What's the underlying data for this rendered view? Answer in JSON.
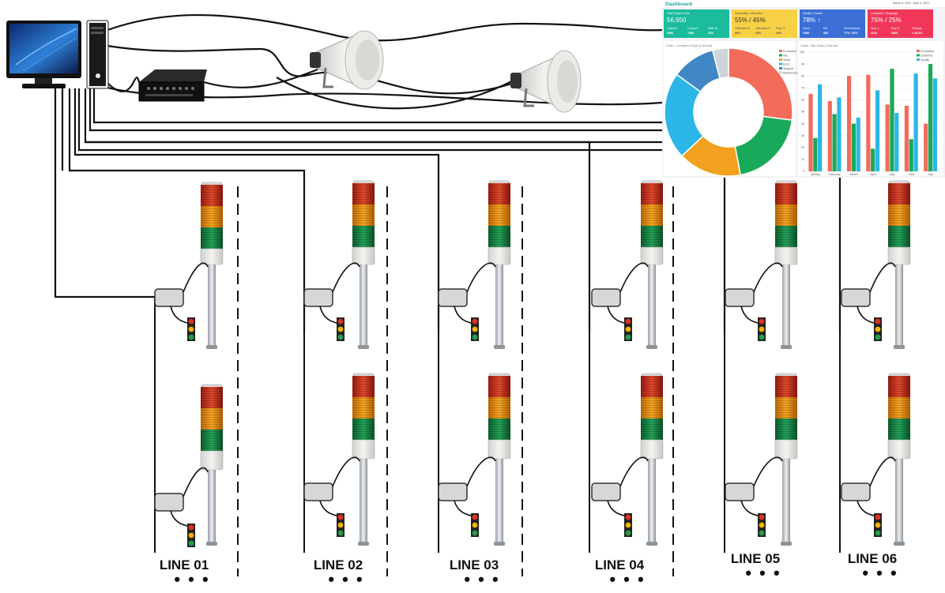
{
  "lines": [
    {
      "label": "LINE 01",
      "dots": "• • •"
    },
    {
      "label": "LINE 02",
      "dots": "• • •"
    },
    {
      "label": "LINE 03",
      "dots": "• • •"
    },
    {
      "label": "LINE 04",
      "dots": "• • •"
    },
    {
      "label": "LINE 05",
      "dots": "• • •"
    },
    {
      "label": "LINE 06",
      "dots": "• • •"
    }
  ],
  "dashboard": {
    "title": "Dashboard",
    "date_range": "March 8, 2021 - April 3, 2021",
    "cards": [
      {
        "color": "#1abc9c",
        "title": "Total Output Units",
        "value": "56,950",
        "subs": [
          {
            "label": "Output 1",
            "value": "2596"
          },
          {
            "label": "Output 2",
            "value": "7966"
          },
          {
            "label": "Rate %",
            "value": "25%"
          }
        ]
      },
      {
        "color": "#f7d046",
        "title": "Availability / Utilization",
        "value": "55% / 45%",
        "subs": [
          {
            "label": "Utilization A",
            "value": "50%"
          },
          {
            "label": "Utilization B",
            "value": "25%"
          },
          {
            "label": "Rate %",
            "value": "45%"
          }
        ]
      },
      {
        "color": "#3b6fd6",
        "title": "Quality / Defect",
        "value": "78% ↑",
        "subs": [
          {
            "label": "Good",
            "value": "1589"
          },
          {
            "label": "NG",
            "value": "568"
          },
          {
            "label": "Performance",
            "value": "77% / 33%"
          }
        ]
      },
      {
        "color": "#f0375a",
        "title": "Downtime / Stoppage",
        "value": "75% / 25%",
        "subs": [
          {
            "label": "Stop 1",
            "value": "4210"
          },
          {
            "label": "Stop 2",
            "value": "3369"
          },
          {
            "label": "Change",
            "value": "+ 28.3%"
          }
        ]
      }
    ],
    "donut_panel_title": "Chart - Doughnut Style (Chart.js)",
    "bar_panel_title": "Chart - Bar Style (Chart.js)",
    "donut_legend": [
      "Production",
      "Idle",
      "Setup",
      "Error",
      "Stopped",
      "Maintenance"
    ],
    "bar_legend": [
      "Production",
      "Downtime",
      "Quality"
    ]
  },
  "chart_data": [
    {
      "type": "pie",
      "title": "Chart - Doughnut Style (Chart.js)",
      "labels": [
        "Production",
        "Idle",
        "Setup",
        "Error",
        "Stopped",
        "Maintenance"
      ],
      "values": [
        27,
        20,
        16,
        22,
        11,
        4
      ],
      "colors": [
        "#f26b5b",
        "#19a95a",
        "#f1a11d",
        "#2cb6e7",
        "#3f88c5",
        "#cfd4d8"
      ]
    },
    {
      "type": "bar",
      "title": "Chart - Bar Style (Chart.js)",
      "categories": [
        "January",
        "February",
        "March",
        "April",
        "May",
        "June",
        "July"
      ],
      "ylim": [
        0,
        100
      ],
      "series": [
        {
          "name": "Production",
          "color": "#f26b5b",
          "values": [
            65,
            59,
            80,
            81,
            56,
            55,
            40
          ]
        },
        {
          "name": "Downtime",
          "color": "#19a95a",
          "values": [
            28,
            48,
            40,
            19,
            86,
            27,
            90
          ]
        },
        {
          "name": "Quality",
          "color": "#2cb6e7",
          "values": [
            73,
            62,
            45,
            68,
            49,
            82,
            78
          ]
        }
      ]
    }
  ]
}
